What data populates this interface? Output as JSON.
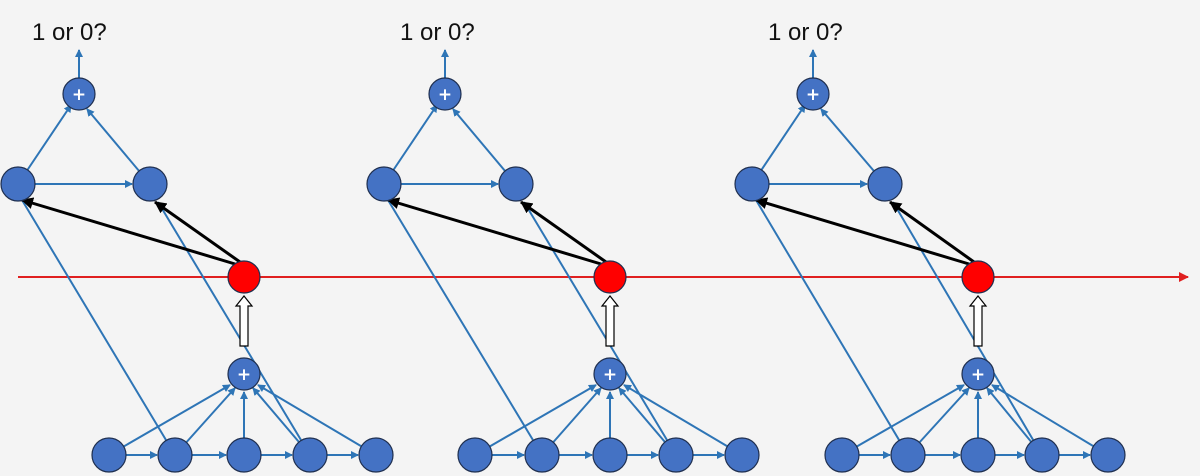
{
  "diagram": {
    "colors": {
      "background": "#f4f4f4",
      "node_fill": "#4472c4",
      "node_stroke": "#1f2f4f",
      "edge": "#2e75b6",
      "state_node": "#ff0000",
      "state_line": "#e02020",
      "state_feedback": "#000000"
    },
    "timesteps": [
      {
        "output_label": "1 or 0?",
        "top_sum_symbol": "+",
        "bottom_sum_symbol": "+"
      },
      {
        "output_label": "1 or 0?",
        "top_sum_symbol": "+",
        "bottom_sum_symbol": "+"
      },
      {
        "output_label": "1 or 0?",
        "top_sum_symbol": "+",
        "bottom_sum_symbol": "+"
      }
    ]
  }
}
